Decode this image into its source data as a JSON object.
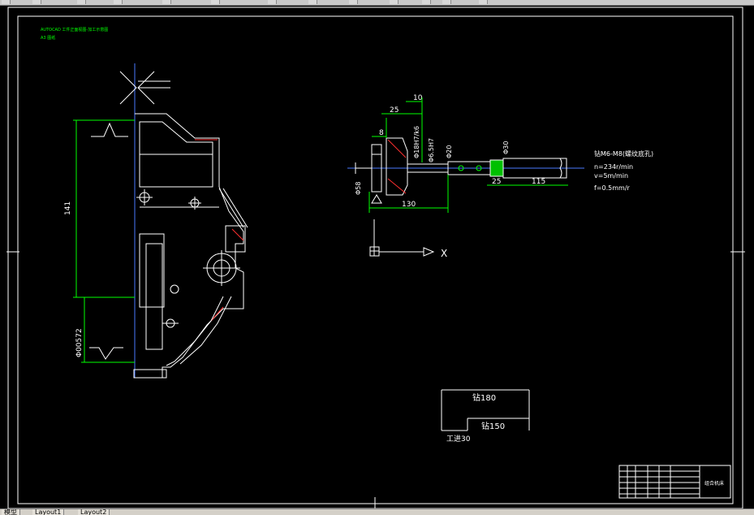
{
  "toolbar": {
    "buttons": [
      "icon-1",
      "icon-2",
      "icon-3",
      "icon-4",
      "icon-5",
      "icon-6",
      "icon-7",
      "icon-8",
      "icon-9",
      "icon-10",
      "icon-11",
      "icon-12",
      "icon-13"
    ]
  },
  "tabs": [
    {
      "label": "模型"
    },
    {
      "label": "Layout1"
    },
    {
      "label": "Layout2"
    }
  ],
  "drawing": {
    "header_note_1": "AUTOCAD 工件正面视图-加工示意图",
    "header_note_2": "A3 图纸",
    "left_view": {
      "dim_vertical": "141",
      "dim_diameter": "Φ00572"
    },
    "tool_view": {
      "dim_25": "25",
      "dim_10": "10",
      "dim_8": "8",
      "dim_fit": "Φ18H7/k6",
      "dim_fit2": "Φ6.5H7",
      "dim_phi20": "Φ20",
      "dim_phi30": "Φ30",
      "dim_phi58": "Φ58",
      "dim_130": "130",
      "dim_25b": "25",
      "dim_115": "115",
      "spec_1": "钻M6-M8(螺纹底孔)",
      "spec_2": "n=234r/min",
      "spec_3": "v=5m/min",
      "spec_4": "f=0.5mm/r"
    },
    "ucs_label": "X",
    "flow_box": {
      "label_1": "钻180",
      "label_2": "钻150",
      "label_3": "工进30"
    },
    "title_block": {
      "name": "组合机床"
    }
  },
  "colors": {
    "background": "#000000",
    "line_white": "#ffffff",
    "dim_green": "#00ff00",
    "center_blue": "#4a7aff",
    "accent_green": "#00c000"
  }
}
